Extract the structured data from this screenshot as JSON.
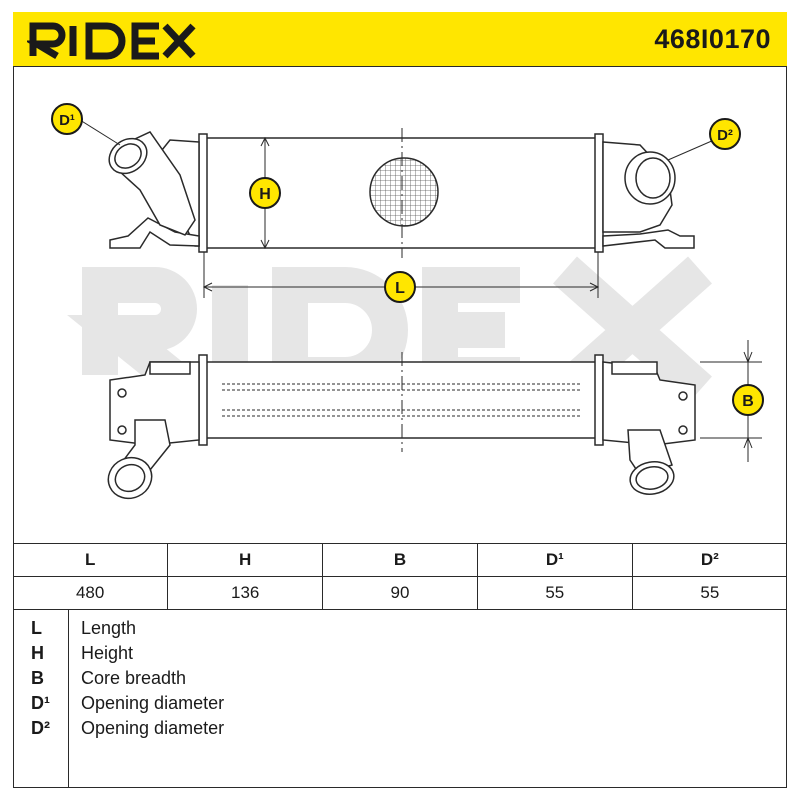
{
  "header": {
    "brand": "RIDEX",
    "part_number": "468I0170"
  },
  "watermark": "RIDEX",
  "dimension_labels": {
    "D1": "D¹",
    "D2": "D²",
    "H": "H",
    "L": "L",
    "B": "B"
  },
  "table": {
    "headers": [
      "L",
      "H",
      "B",
      "D¹",
      "D²"
    ],
    "values": [
      "480",
      "136",
      "90",
      "55",
      "55"
    ]
  },
  "legend": [
    {
      "symbol": "L",
      "description": "Length"
    },
    {
      "symbol": "H",
      "description": "Height"
    },
    {
      "symbol": "B",
      "description": "Core breadth"
    },
    {
      "symbol": "D¹",
      "description": "Opening diameter"
    },
    {
      "symbol": "D²",
      "description": "Opening diameter"
    }
  ],
  "colors": {
    "header_bg": "#ffe600",
    "marker_bg": "#ffe600",
    "line": "#2a2a2a",
    "watermark": "#e6e6e6"
  }
}
